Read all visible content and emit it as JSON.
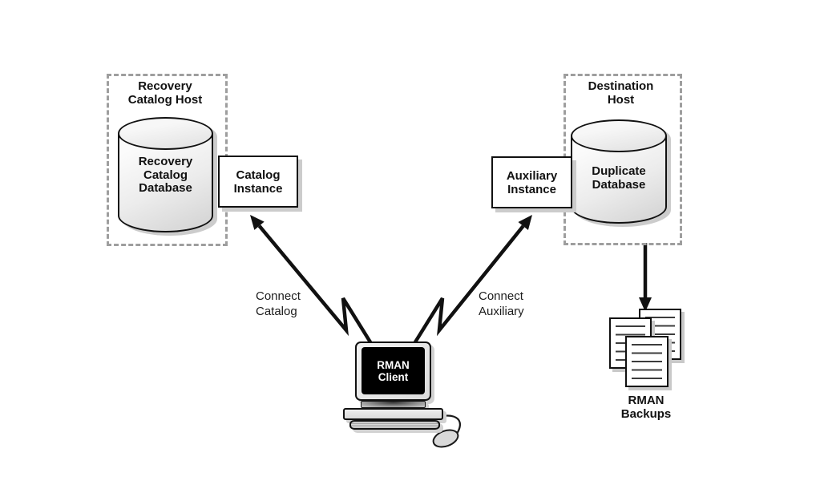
{
  "colors": {
    "stroke": "#111111",
    "dashed_border": "#9e9e9e",
    "shadow": "#cccccc",
    "screen_background": "#000000",
    "screen_text": "#ffffff",
    "fill_light": "#f7f7f7",
    "fill_dark": "#d2d2d2"
  },
  "left_host": {
    "name_lines": [
      "Recovery",
      "Catalog Host"
    ]
  },
  "left_database": {
    "label_lines": [
      "Recovery",
      "Catalog",
      "Database"
    ]
  },
  "catalog_instance": {
    "label_lines": [
      "Catalog",
      "Instance"
    ]
  },
  "connect_catalog": {
    "label_lines": [
      "Connect",
      "Catalog"
    ]
  },
  "rman_client": {
    "label_lines": [
      "RMAN",
      "Client"
    ]
  },
  "connect_auxiliary": {
    "label_lines": [
      "Connect",
      "Auxiliary"
    ]
  },
  "auxiliary_instance": {
    "label_lines": [
      "Auxiliary",
      "Instance"
    ]
  },
  "right_host": {
    "name_lines": [
      "Destination",
      "Host"
    ]
  },
  "right_database": {
    "label_lines": [
      "Duplicate",
      "Database"
    ]
  },
  "rman_backups": {
    "label_lines": [
      "RMAN",
      "Backups"
    ],
    "document_count": 3
  }
}
